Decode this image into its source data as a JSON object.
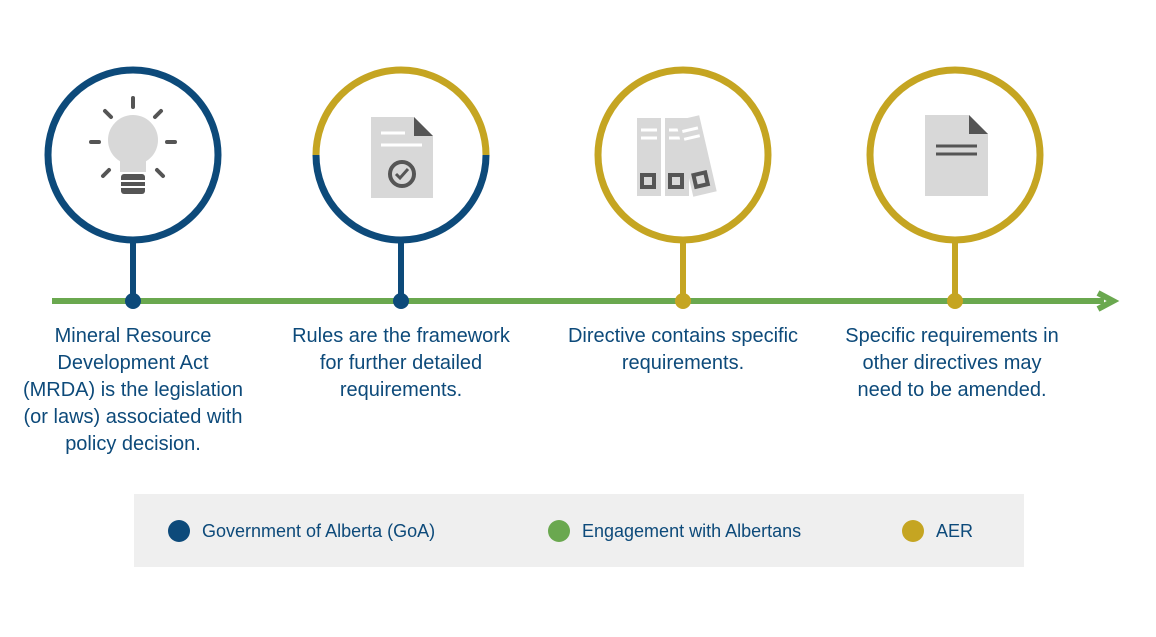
{
  "colors": {
    "goa": "#0d4a7a",
    "engagement": "#6aa84f",
    "aer": "#c5a522",
    "icon_gray": "#d8d8d8",
    "icon_dark": "#555555",
    "text": "#0d4a7a"
  },
  "steps": [
    {
      "icon": "lightbulb-icon",
      "ring": "goa",
      "pin": "goa",
      "text": "Mineral Resource\nDevelopment Act\n(MRDA) is the legislation\n(or laws) associated with\npolicy decision."
    },
    {
      "icon": "document-check-icon",
      "ring": "split",
      "pin": "goa",
      "text": "Rules  are the framework\nfor further detailed\nrequirements."
    },
    {
      "icon": "binders-icon",
      "ring": "aer",
      "pin": "aer",
      "text": "Directive contains specific\nrequirements."
    },
    {
      "icon": "document-icon",
      "ring": "aer",
      "pin": "aer",
      "text": "Specific requirements in\nother directives may\nneed to be amended."
    }
  ],
  "legend": {
    "goa": "Government of Alberta (GoA)",
    "engagement": "Engagement with Albertans",
    "aer": "AER"
  }
}
